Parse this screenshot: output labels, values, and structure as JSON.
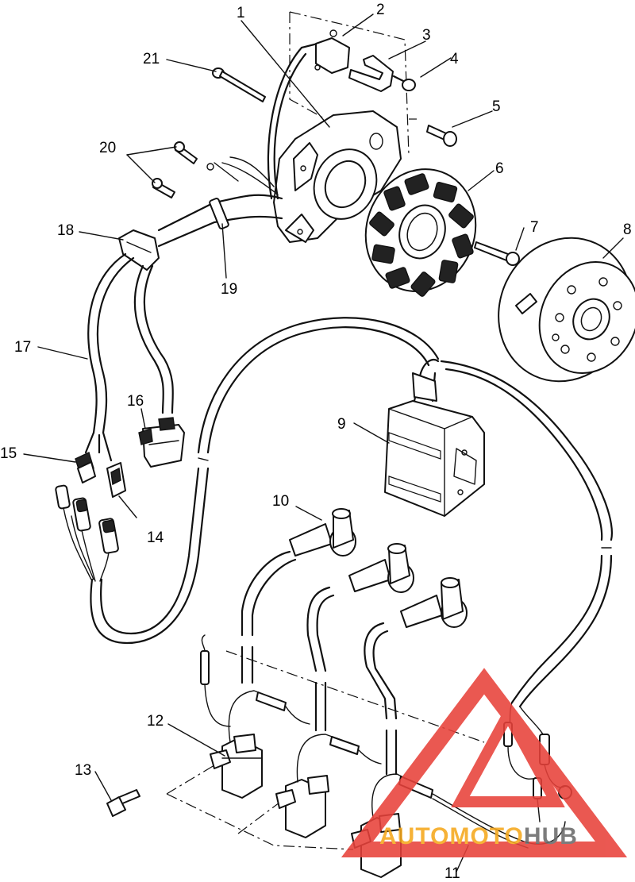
{
  "callouts": {
    "c1": "1",
    "c2": "2",
    "c3": "3",
    "c4": "4",
    "c5": "5",
    "c6": "6",
    "c7": "7",
    "c8": "8",
    "c9": "9",
    "c10": "10",
    "c11": "11",
    "c12": "12",
    "c13": "13",
    "c14": "14",
    "c15": "15",
    "c16": "16",
    "c17": "17",
    "c18": "18",
    "c19": "19",
    "c20": "20",
    "c21": "21"
  },
  "watermark": {
    "text": "AUTOMOTOHUB",
    "triangle_color": "#e8413a",
    "text_color_left": "#f5a81c",
    "text_color_right": "#6b6b6b"
  }
}
